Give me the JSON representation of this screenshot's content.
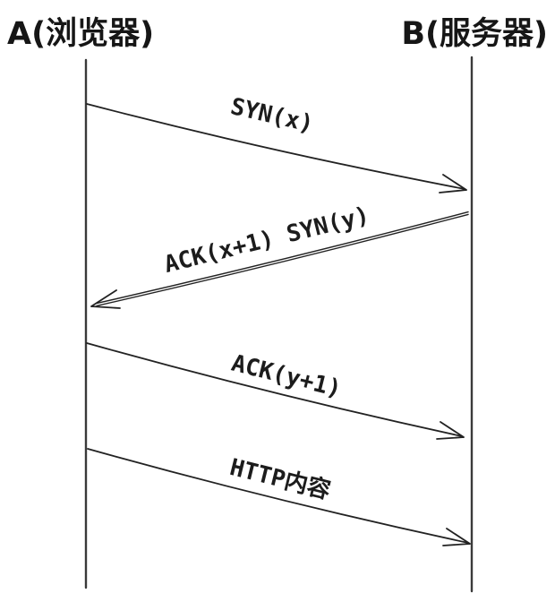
{
  "diagram": {
    "kind": "tcp-handshake-sequence-diagram",
    "actors": [
      {
        "id": "A",
        "label": "A(浏览器)"
      },
      {
        "id": "B",
        "label": "B(服务器)"
      }
    ],
    "messages": [
      {
        "from": "A",
        "to": "B",
        "label": "SYN(x)"
      },
      {
        "from": "B",
        "to": "A",
        "label": "ACK(x+1) SYN(y)"
      },
      {
        "from": "A",
        "to": "B",
        "label": "ACK(y+1)"
      },
      {
        "from": "A",
        "to": "B",
        "label": "HTTP内容"
      }
    ],
    "colors": {
      "ink": "#1c1c1c",
      "background": "#ffffff"
    }
  }
}
